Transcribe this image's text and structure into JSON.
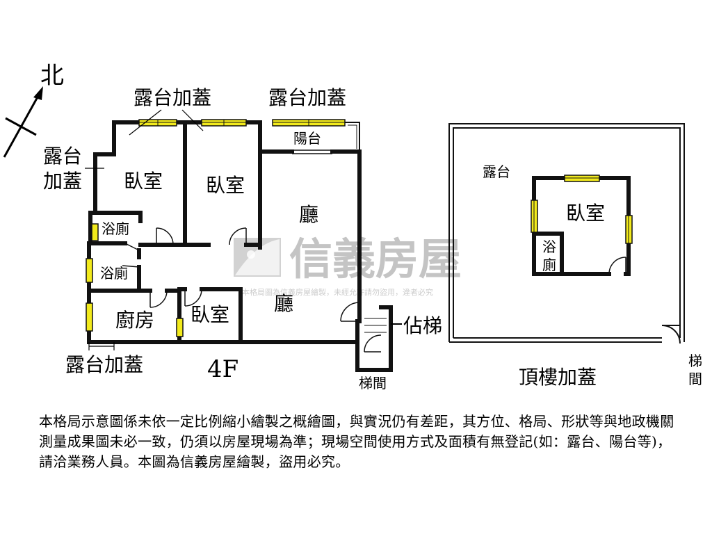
{
  "compass": {
    "label": "北"
  },
  "labels": {
    "terrace_cover_top_left": "露台加蓋",
    "terrace_cover_top_right": "露台加蓋",
    "terrace_cover_left_1": "露台",
    "terrace_cover_left_2": "加蓋",
    "balcony": "陽台",
    "bedroom_1": "臥室",
    "bedroom_2": "臥室",
    "bedroom_3": "臥室",
    "living_upper": "廳",
    "living_lower": "廳",
    "bathroom_1": "浴廁",
    "bathroom_2": "浴廁",
    "kitchen": "廚房",
    "terrace_cover_bottom": "露台加蓋",
    "floor": "4F",
    "occupied_stair": "佔梯",
    "stairwell": "梯間",
    "roof_terrace": "露台",
    "roof_bedroom": "臥室",
    "roof_bath_1": "浴",
    "roof_bath_2": "廁",
    "roof_title": "頂樓加蓋",
    "roof_stair_1": "梯",
    "roof_stair_2": "間"
  },
  "watermark": {
    "brand": "信義房屋",
    "notice": "本格局圖為信義房屋繪製，未經允許請勿盜用，違者必究"
  },
  "disclaimer": "本格局示意圖係未依一定比例縮小繪製之概繪圖，與實況仍有差距，其方位、格局、形狀等與地政機關測量成果圖未必一致，仍須以房屋現場為準；現場空間使用方式及面積有無登記(如：露台、陽台等)，請洽業務人員。本圖為信義房屋繪製，盜用必究。",
  "colors": {
    "wall": "#111111",
    "window_fill": "#f2ea1c",
    "watermark": "#c4c4c4"
  }
}
